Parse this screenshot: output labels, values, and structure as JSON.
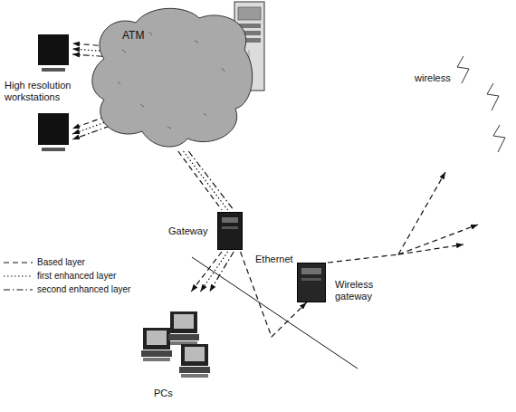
{
  "diagram": {
    "nodes": [
      {
        "text": [
          "ATM"
        ]
      },
      {
        "text": [
          "Gateway"
        ]
      },
      {
        "text": [
          "PCs"
        ]
      },
      {
        "text": [
          "Wireless gateway"
        ]
      }
    ],
    "edges": [
      {
        "from": 0,
        "to": 1,
        "arrow": "none"
      },
      {
        "from": 0,
        "to": 1,
        "arrow": "none"
      },
      {
        "from": 0,
        "to": 1,
        "arrow": "none"
      },
      {
        "from": 1,
        "to": 2,
        "arrow": "to"
      },
      {
        "from": 1,
        "to": 2,
        "arrow": "to"
      },
      {
        "from": 1,
        "to": 2,
        "arrow": "to"
      },
      {
        "from": 1,
        "to": 3,
        "arrow": "to"
      }
    ],
    "labels": [
      "High resolution workstations",
      "wireless",
      "Ethernet"
    ],
    "legend": [
      {
        "text": "Based layer"
      },
      {
        "text": "first enhanced layer"
      },
      {
        "text": "second enhanced layer"
      }
    ]
  }
}
